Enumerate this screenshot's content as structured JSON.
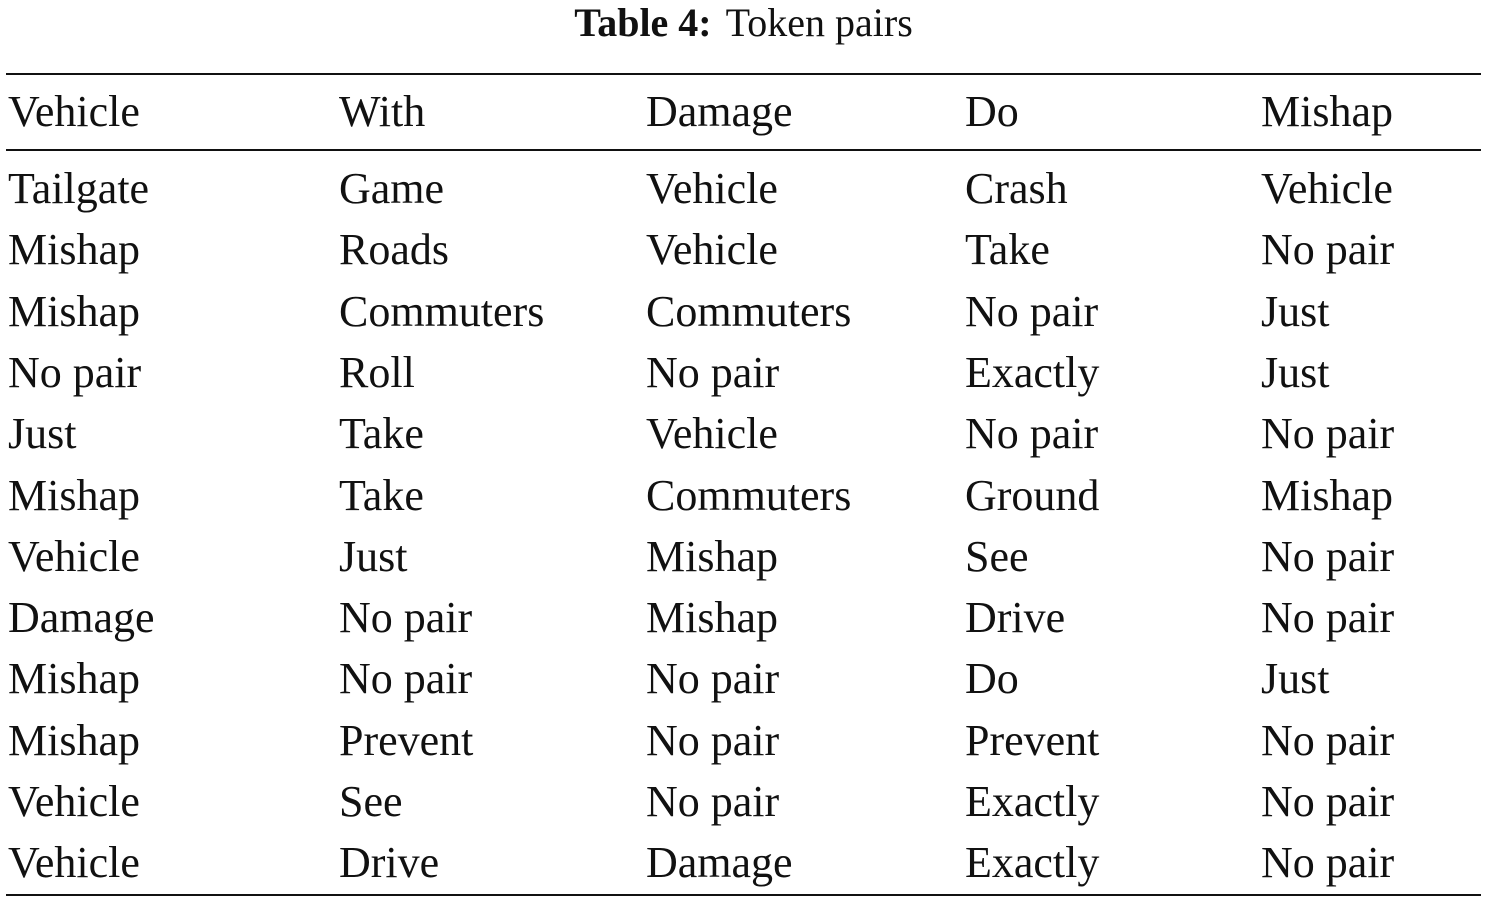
{
  "caption": {
    "label": "Table 4:",
    "text": "Token pairs"
  },
  "headers": [
    "Vehicle",
    "With",
    "Damage",
    "Do",
    "Mishap"
  ],
  "rows": [
    [
      "Tailgate",
      "Game",
      "Vehicle",
      "Crash",
      "Vehicle"
    ],
    [
      "Mishap",
      "Roads",
      "Vehicle",
      "Take",
      "No pair"
    ],
    [
      "Mishap",
      "Commuters",
      "Commuters",
      "No pair",
      "Just"
    ],
    [
      "No pair",
      "Roll",
      "No pair",
      "Exactly",
      "Just"
    ],
    [
      "Just",
      "Take",
      "Vehicle",
      "No pair",
      "No pair"
    ],
    [
      "Mishap",
      "Take",
      "Commuters",
      "Ground",
      "Mishap"
    ],
    [
      "Vehicle",
      "Just",
      "Mishap",
      "See",
      "No pair"
    ],
    [
      "Damage",
      "No pair",
      "Mishap",
      "Drive",
      "No pair"
    ],
    [
      "Mishap",
      "No pair",
      "No pair",
      "Do",
      "Just"
    ],
    [
      "Mishap",
      "Prevent",
      "No pair",
      "Prevent",
      "No pair"
    ],
    [
      "Vehicle",
      "See",
      "No pair",
      "Exactly",
      "No pair"
    ],
    [
      "Vehicle",
      "Drive",
      "Damage",
      "Exactly",
      "No pair"
    ]
  ]
}
